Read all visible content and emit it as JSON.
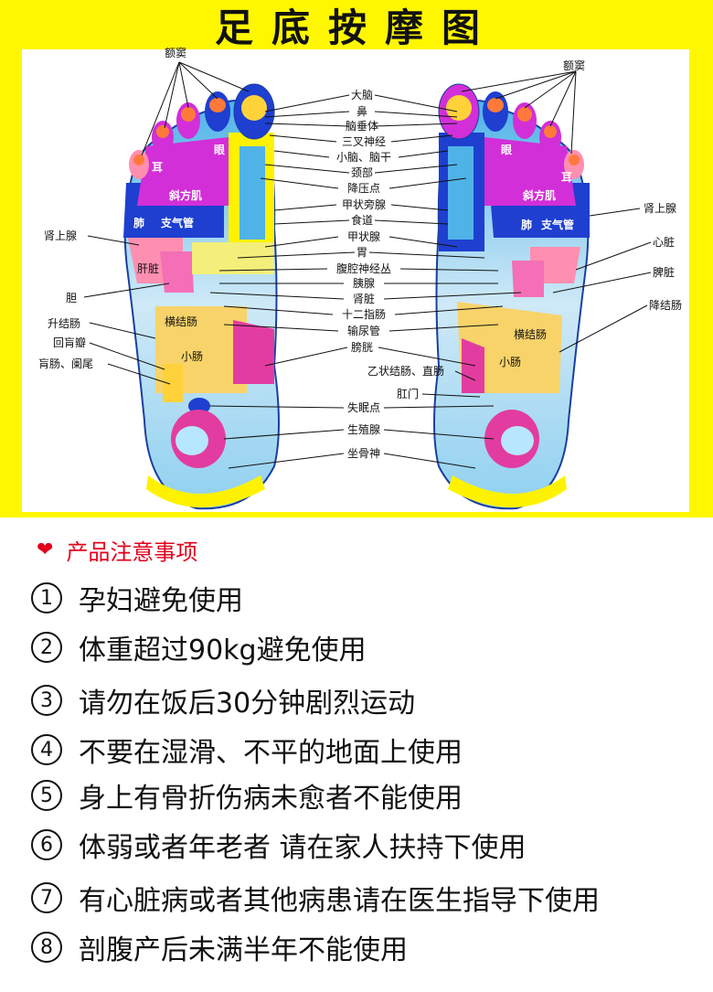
{
  "title": "足底按摩图",
  "left_labels": [
    "额窦",
    "肾上腺",
    "胆",
    "升结肠",
    "回肓瓣",
    "肓肠、阑尾"
  ],
  "left_organs": [
    "耳",
    "眼",
    "斜方肌",
    "肺",
    "支气管",
    "肝脏",
    "横结肠",
    "小肠"
  ],
  "center_labels": [
    "大脑",
    "鼻",
    "脑垂体",
    "三叉神经",
    "小脑、脑干",
    "颈部",
    "降压点",
    "甲状旁腺",
    "食道",
    "甲状腺",
    "胃",
    "腹腔神经丛",
    "胰腺",
    "肾脏",
    "十二指肠",
    "输尿管",
    "膀胱",
    "乙状结肠、直肠",
    "肛门",
    "失眠点",
    "生殖腺",
    "坐骨神"
  ],
  "right_labels": [
    "额窦",
    "肾上腺",
    "心脏",
    "脾脏",
    "降结肠"
  ],
  "right_organs": [
    "眼",
    "耳",
    "斜方肌",
    "肺",
    "支气管",
    "横结肠",
    "小肠"
  ],
  "notes_title": "产品注意事项",
  "notes": [
    {
      "num": "1",
      "text": "孕妇避免使用"
    },
    {
      "num": "2",
      "text": "体重超过90kg避免使用"
    },
    {
      "num": "3",
      "text": "请勿在饭后30分钟剧烈运动"
    },
    {
      "num": "4",
      "text": "不要在湿滑、不平的地面上使用"
    },
    {
      "num": "5",
      "text": "身上有骨折伤病未愈者不能使用"
    },
    {
      "num": "6",
      "text": "体弱或者年老者 请在家人扶持下使用"
    },
    {
      "num": "7",
      "text": "有心脏病或者其他病患请在医生指导下使用"
    },
    {
      "num": "8",
      "text": "剖腹产后未满半年不能使用"
    }
  ],
  "colors": {
    "frame": "#fff700",
    "accent": "#e3001b"
  }
}
